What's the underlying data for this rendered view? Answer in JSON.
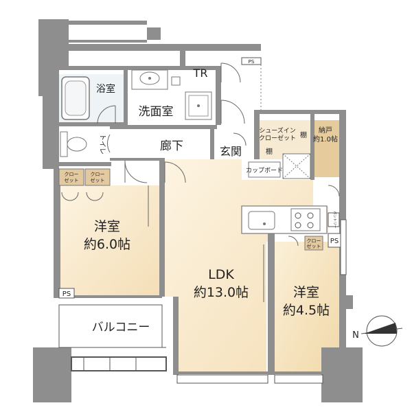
{
  "rooms": {
    "bath": "浴室",
    "washroom": "洗面室",
    "tr": "TR",
    "toilet": "トイレ",
    "corridor": "廊下",
    "entrance": "玄関",
    "shoe_closet_line1": "シューズイン",
    "shoe_closet_line2": "クローゼット",
    "shelf_a": "棚",
    "shelf_b": "棚",
    "storage_line1": "納戸",
    "storage_line2": "約1.0帖",
    "cupboard": "カップボード",
    "closet_a_line1": "クロー",
    "closet_a_line2": "ゼット",
    "closet_b_line1": "クロー",
    "closet_b_line2": "ゼット",
    "closet_c_line1": "クロー",
    "closet_c_line2": "ゼット",
    "western_a_name": "洋室",
    "western_a_size": "約6.0帖",
    "ldk_name": "LDK",
    "ldk_size": "約13.0帖",
    "western_b_name": "洋室",
    "western_b_size": "約4.5帖",
    "balcony": "バルコニー",
    "ps_top": "PS",
    "ps_left": "PS",
    "ps_right": "PS",
    "pantry_label": "パントリー"
  },
  "compass": {
    "north_label": "N"
  },
  "colors": {
    "wall": "#8c8c8c",
    "floor_wood": "#f7e6c6",
    "floor_light": "#ffffff",
    "floor_storage": "#e8cfa3",
    "floor_wet": "#e9eff3"
  }
}
